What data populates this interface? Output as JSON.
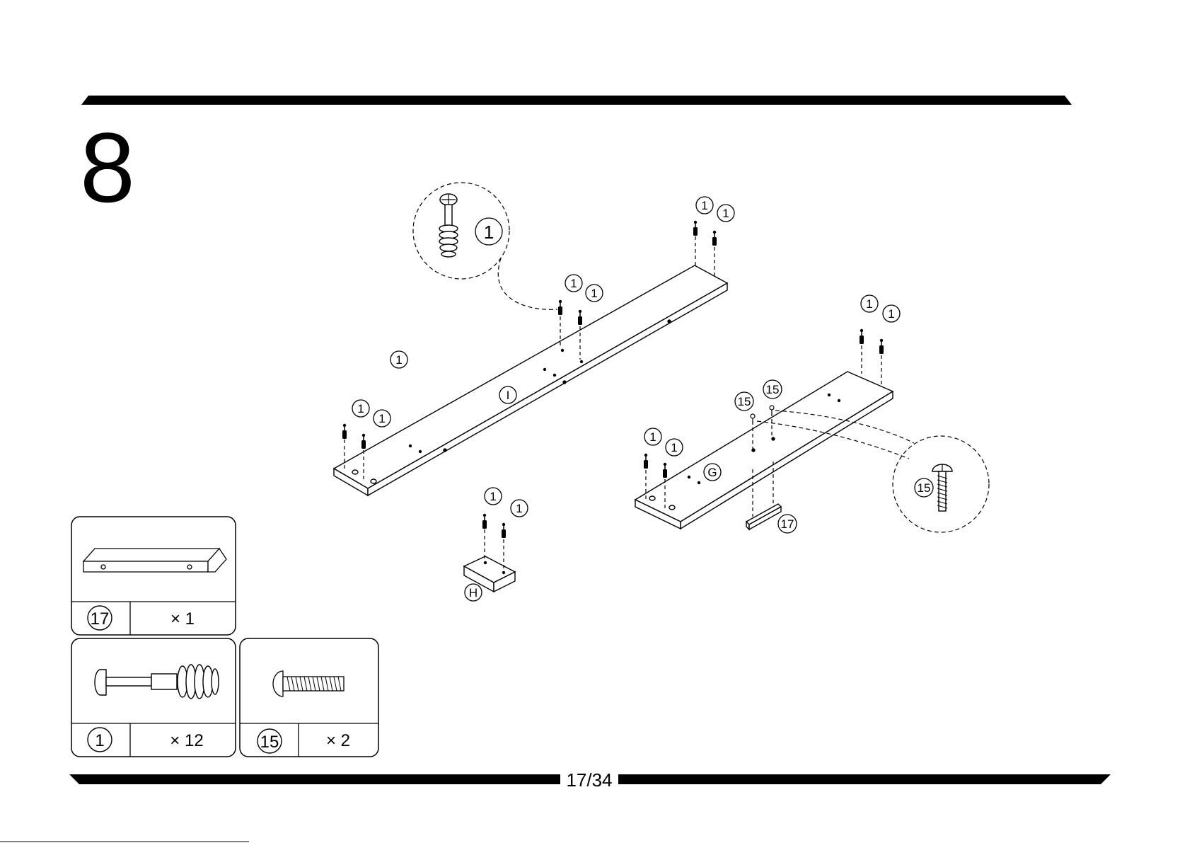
{
  "step": {
    "number": "8"
  },
  "footer": {
    "page_number": "17/34"
  },
  "parts": {
    "I": "I",
    "G": "G",
    "H": "H"
  },
  "callouts": {
    "cam_bolt": "1",
    "screw": "15",
    "handle": "17"
  },
  "hardware": [
    {
      "id": "17",
      "qty": "× 1"
    },
    {
      "id": "1",
      "qty": "× 12"
    },
    {
      "id": "15",
      "qty": "× 2"
    }
  ]
}
